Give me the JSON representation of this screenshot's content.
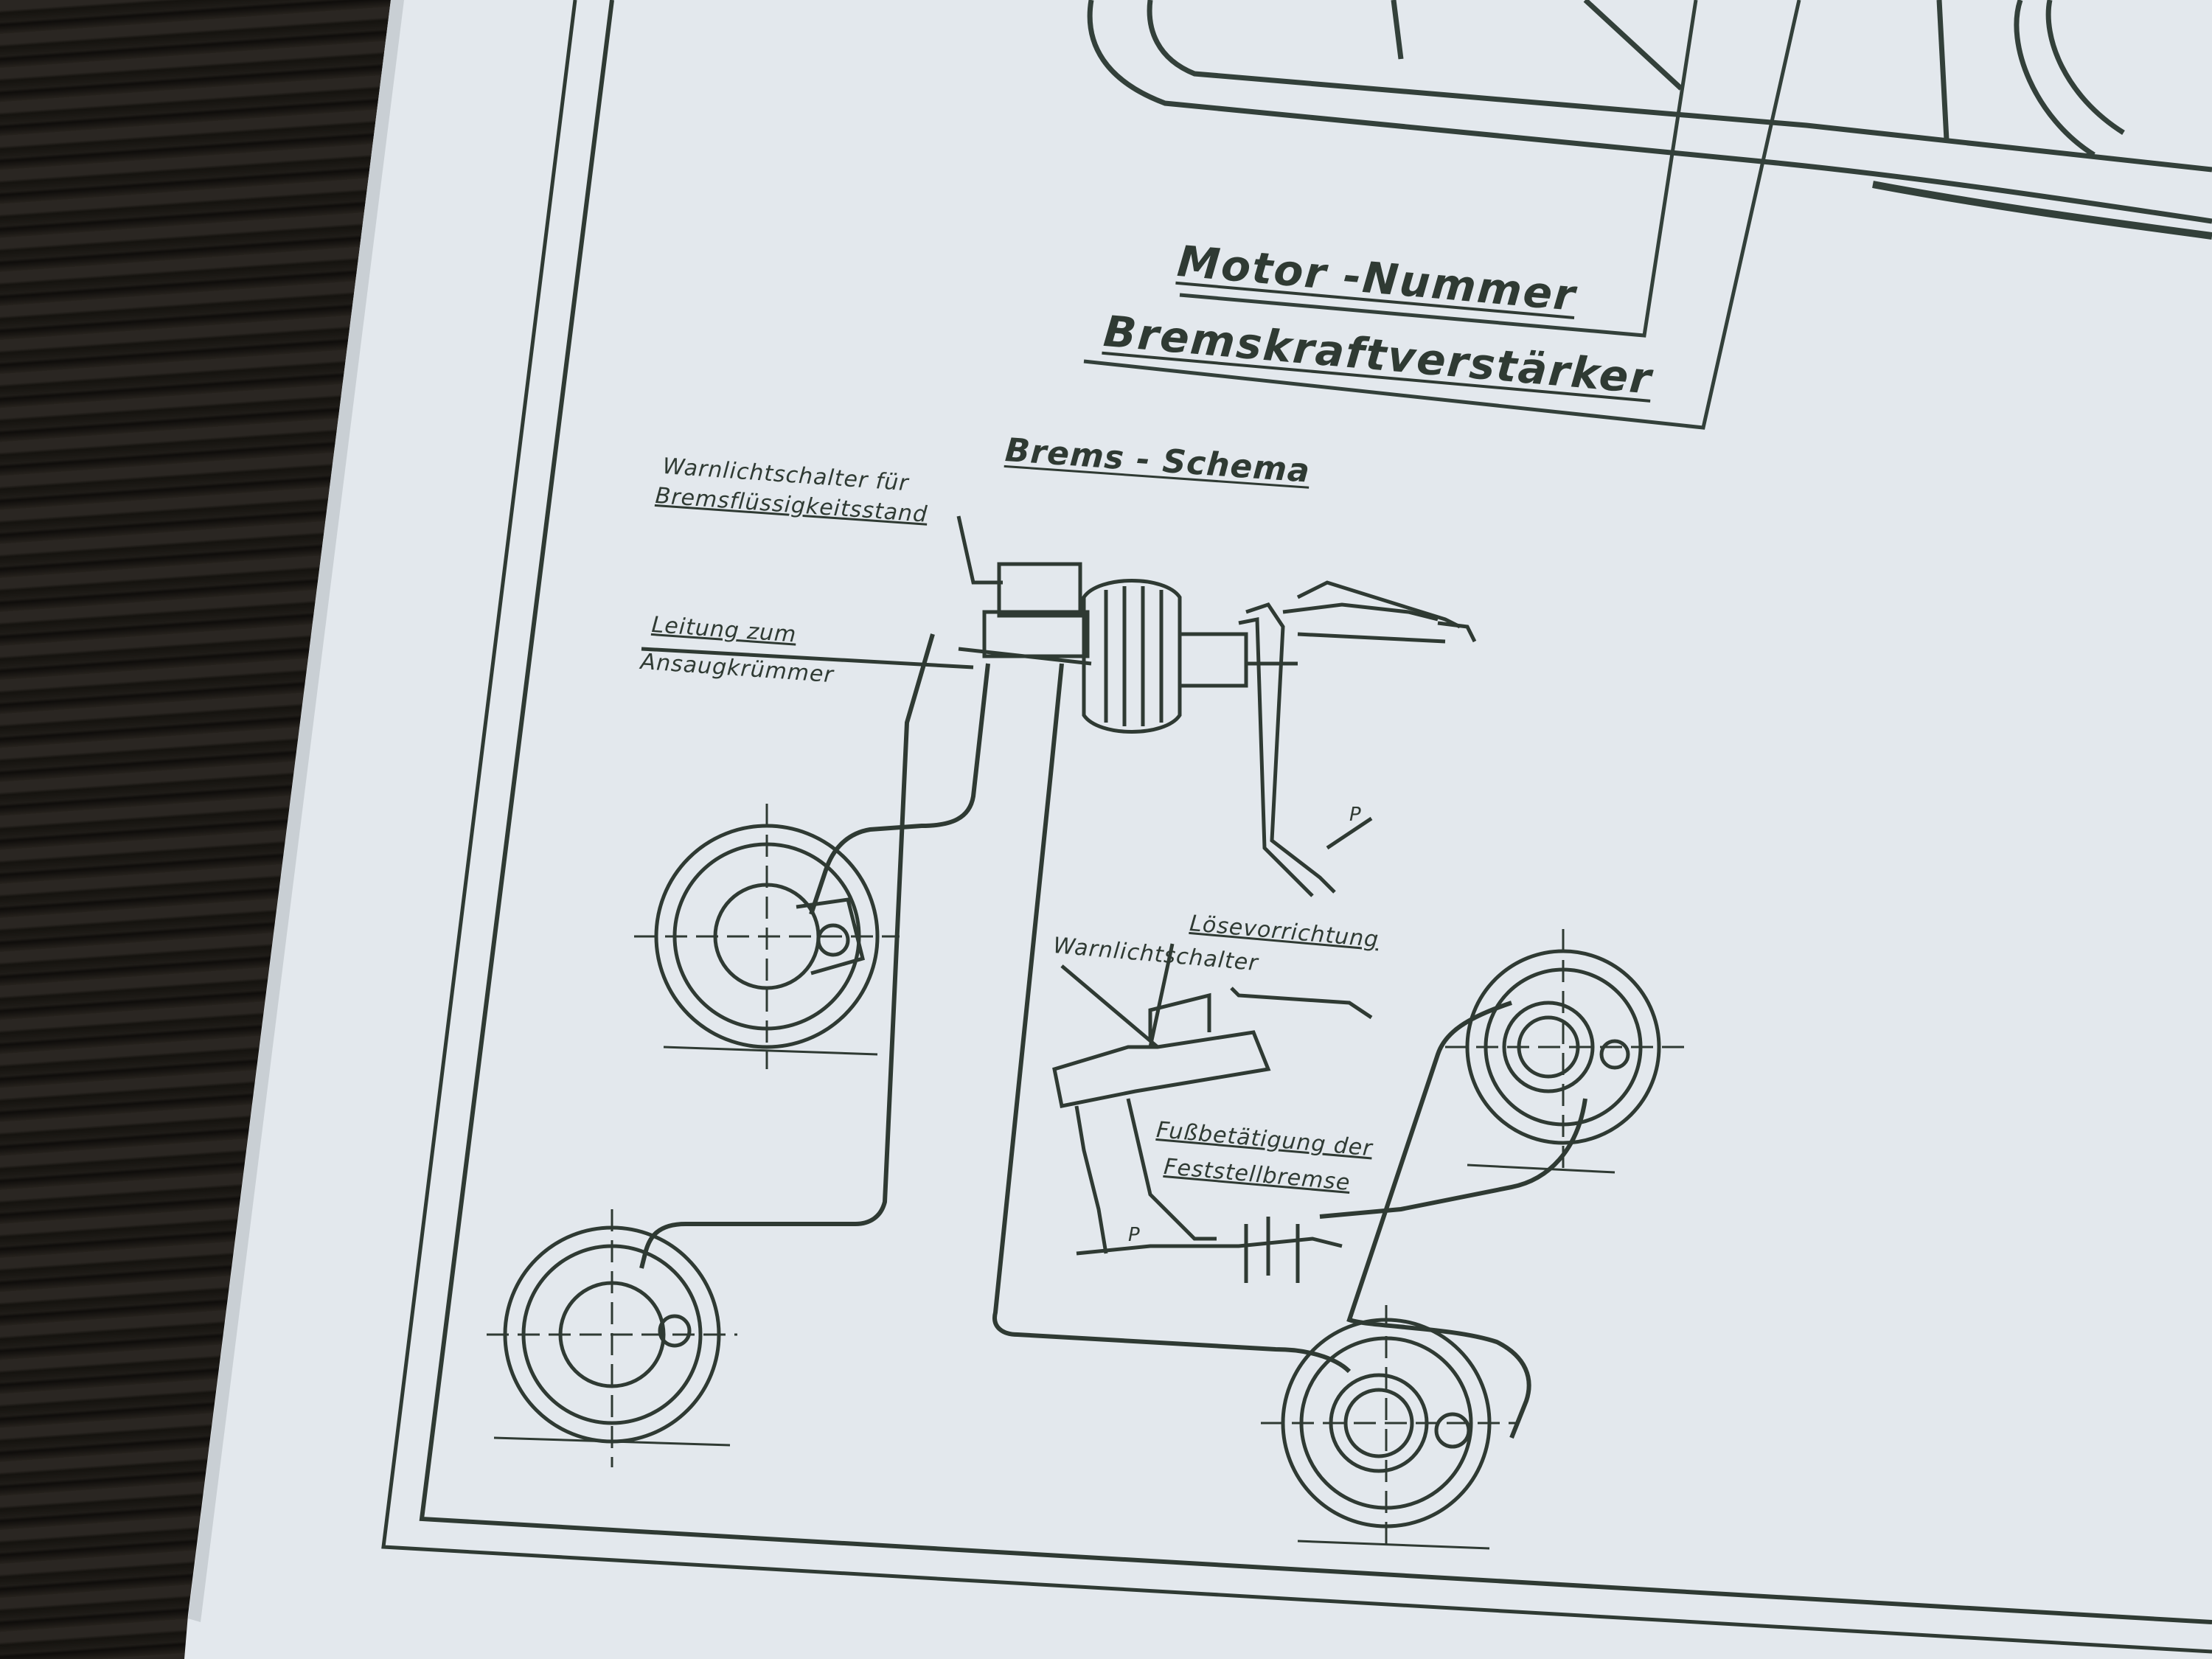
{
  "labels": {
    "motor_nummer": "Motor -Nummer",
    "bremskraftverstaerker": "Bremskraftverstärker",
    "brems_schema": "Brems - Schema",
    "warnlichtschalter_fuer_line1": "Warnlichtschalter   für",
    "warnlichtschalter_fuer_line2": "Bremsflüssigkeitsstand",
    "leitung_zum_line1": "Leitung  zum",
    "leitung_zum_line2": "Ansaugkrümmer",
    "loesevorrichtung": "Lösevorrichtung",
    "warnlichtschalter": "Warnlichtschalter",
    "fussbetaetigung_line1": "Fußbetätigung der",
    "fussbetaetigung_line2": "Feststellbremse",
    "pedal_p1": "P",
    "pedal_p2": "P"
  },
  "colors": {
    "paper": "#e4e9ee",
    "ink": "#2f3a33",
    "table": "#1c1a17"
  }
}
